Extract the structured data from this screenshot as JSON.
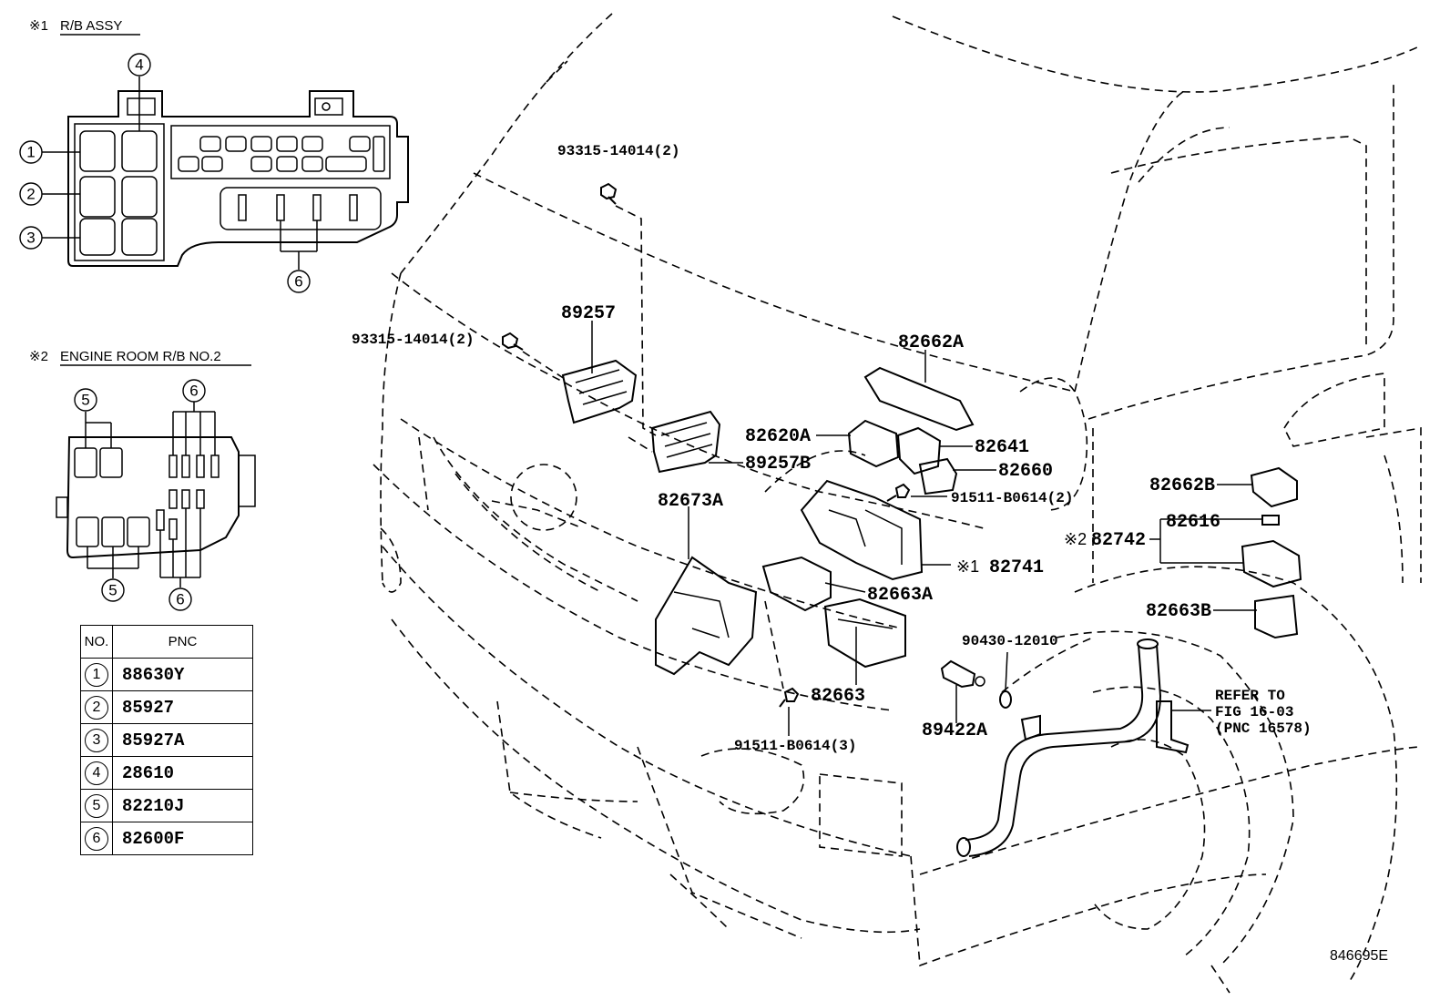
{
  "inset_1": {
    "title_mark": "※1",
    "title": "R/B ASSY",
    "callouts": [
      "1",
      "2",
      "3",
      "4",
      "6"
    ]
  },
  "inset_2": {
    "title_mark": "※2",
    "title": "ENGINE ROOM R/B NO.2",
    "callouts": [
      "5",
      "6",
      "5",
      "6"
    ]
  },
  "pnc_table": {
    "header_no": "NO.",
    "header_pnc": "PNC",
    "rows": [
      {
        "no": "1",
        "pnc": "88630Y"
      },
      {
        "no": "2",
        "pnc": "85927"
      },
      {
        "no": "3",
        "pnc": "85927A"
      },
      {
        "no": "4",
        "pnc": "28610"
      },
      {
        "no": "5",
        "pnc": "82210J"
      },
      {
        "no": "6",
        "pnc": "82600F"
      }
    ]
  },
  "part_labels": {
    "p93315_top": "93315-14014(2)",
    "p93315_left": "93315-14014(2)",
    "p89257": "89257",
    "p89257B": "89257B",
    "p82662A": "82662A",
    "p82620A": "82620A",
    "p82641": "82641",
    "p82660": "82660",
    "p91511_2": "91511-B0614(2)",
    "p82673A": "82673A",
    "p82662B": "82662B",
    "p82616": "82616",
    "p82742_mark": "※2",
    "p82742": "82742",
    "p82741_mark": "※1",
    "p82741": "82741",
    "p82663A": "82663A",
    "p82663B": "82663B",
    "p90430": "90430-12010",
    "p82663": "82663",
    "p89422A": "89422A",
    "p91511_3": "91511-B0614(3)",
    "refer_1": "REFER TO",
    "refer_2": "FIG 16-03",
    "refer_3": "(PNC 16578)"
  },
  "figure_id": "846695E"
}
